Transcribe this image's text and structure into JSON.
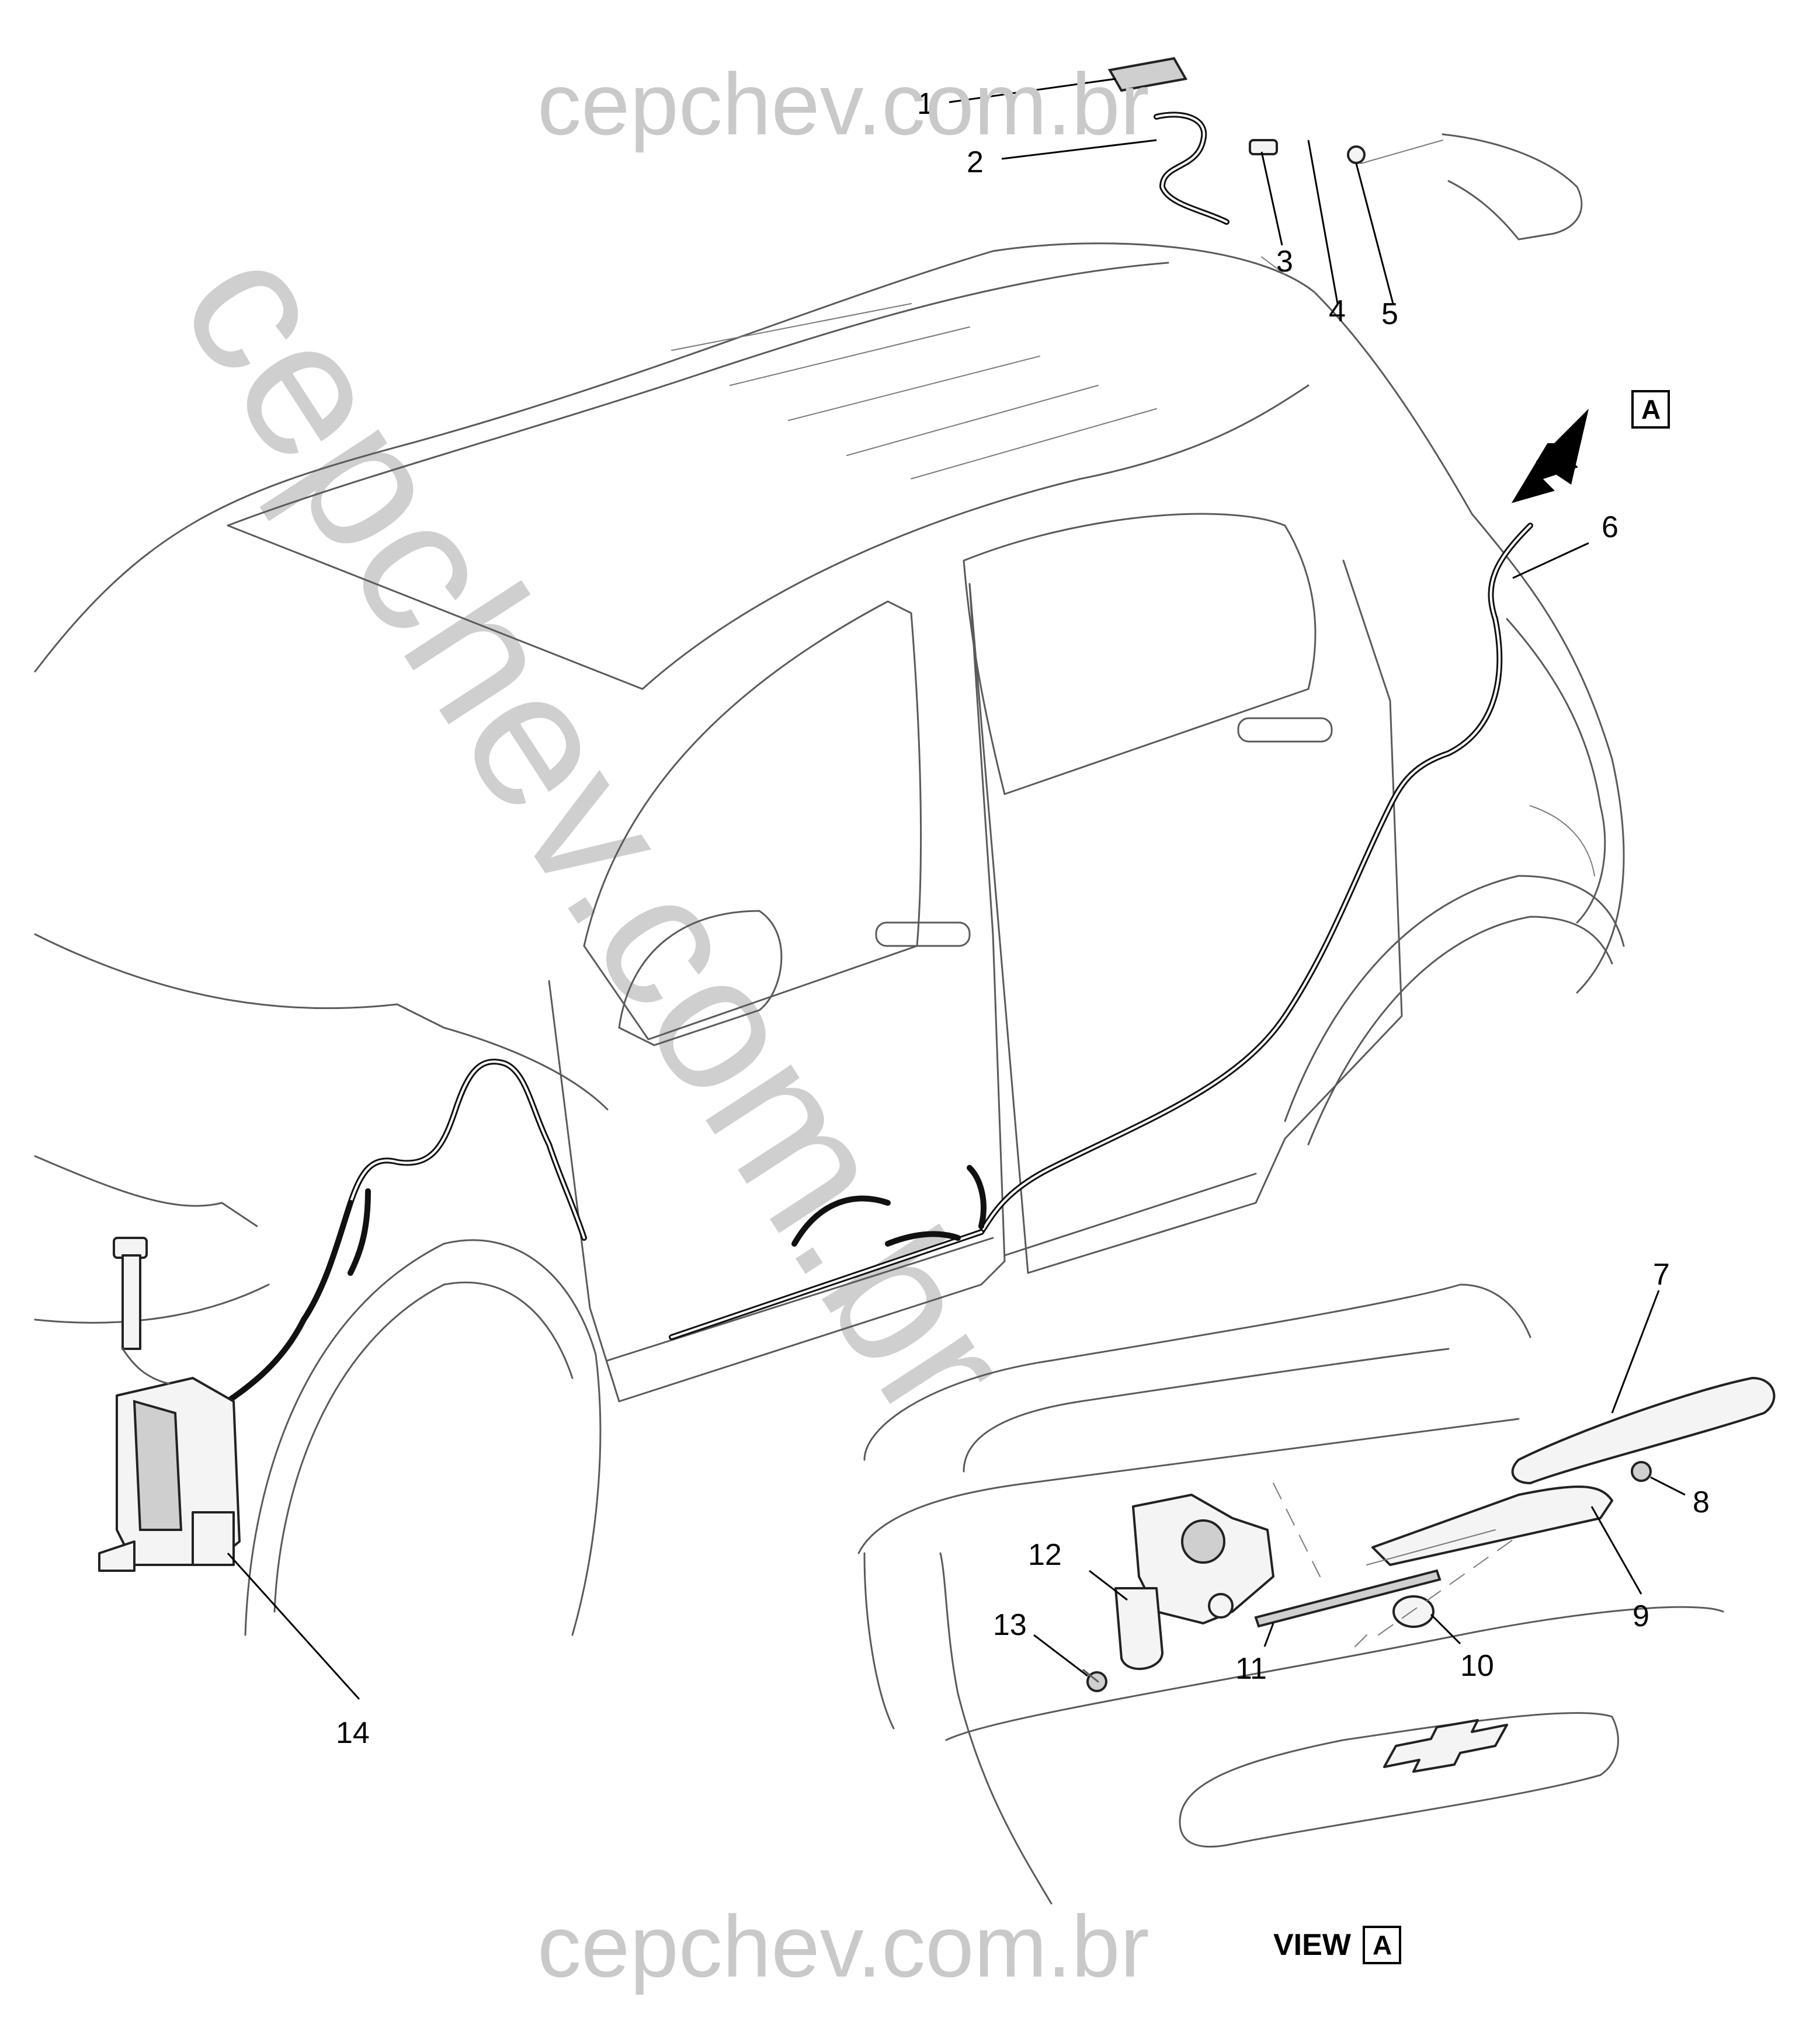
{
  "callouts": [
    {
      "id": "1",
      "label": "1"
    },
    {
      "id": "2",
      "label": "2"
    },
    {
      "id": "3",
      "label": "3"
    },
    {
      "id": "4",
      "label": "4"
    },
    {
      "id": "5",
      "label": "5"
    },
    {
      "id": "6",
      "label": "6"
    },
    {
      "id": "7",
      "label": "7"
    },
    {
      "id": "8",
      "label": "8"
    },
    {
      "id": "9",
      "label": "9"
    },
    {
      "id": "10",
      "label": "10"
    },
    {
      "id": "11",
      "label": "11"
    },
    {
      "id": "12",
      "label": "12"
    },
    {
      "id": "13",
      "label": "13"
    },
    {
      "id": "14",
      "label": "14"
    }
  ],
  "view_marker": {
    "arrow_letter": "A"
  },
  "view_label": {
    "text": "VIEW",
    "letter": "A"
  },
  "watermarks": {
    "top": "cepchev.com.br",
    "bottom": "cepchev.com.br",
    "diagonal": "cepchev.com.br"
  },
  "colors": {
    "line": "#5a5a5a",
    "hose": "#111111",
    "watermark": "#c9c9c9"
  }
}
